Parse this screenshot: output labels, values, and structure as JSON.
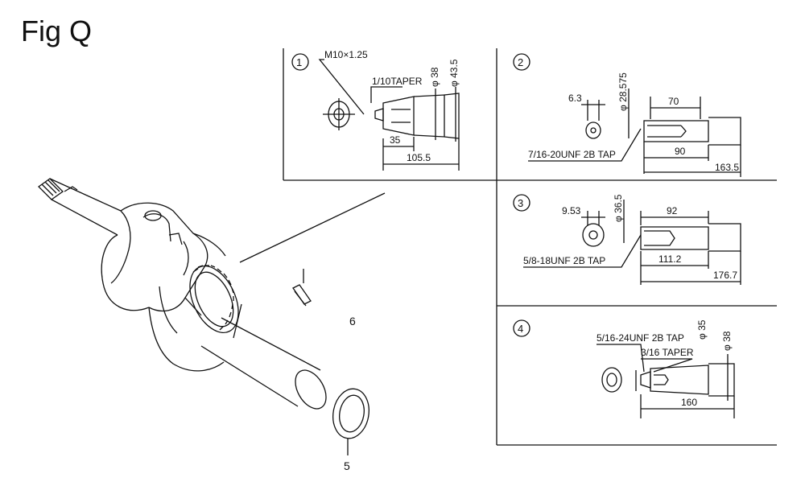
{
  "figure": {
    "title": "Fig Q"
  },
  "parts": [
    {
      "callout": "5"
    },
    {
      "callout": "6"
    }
  ],
  "panels": [
    {
      "number": "1",
      "thread": "M10×1.25",
      "taper": "1/10TAPER",
      "dia1": "φ 38",
      "dia2": "φ 43.5",
      "len1": "35",
      "len2": "105.5"
    },
    {
      "number": "2",
      "tap": "7/16-20UNF 2B TAP",
      "width": "6.3",
      "dia": "φ 28.575",
      "len1": "70",
      "len2": "90",
      "len3": "163.5"
    },
    {
      "number": "3",
      "tap": "5/8-18UNF 2B TAP",
      "width": "9.53",
      "dia": "φ 36.5",
      "len1": "92",
      "len2": "111.2",
      "len3": "176.7"
    },
    {
      "number": "4",
      "tap": "5/16-24UNF 2B TAP",
      "dia1": "φ 35",
      "taper": "3/16 TAPER",
      "dia2": "φ 38",
      "len1": "160"
    }
  ]
}
